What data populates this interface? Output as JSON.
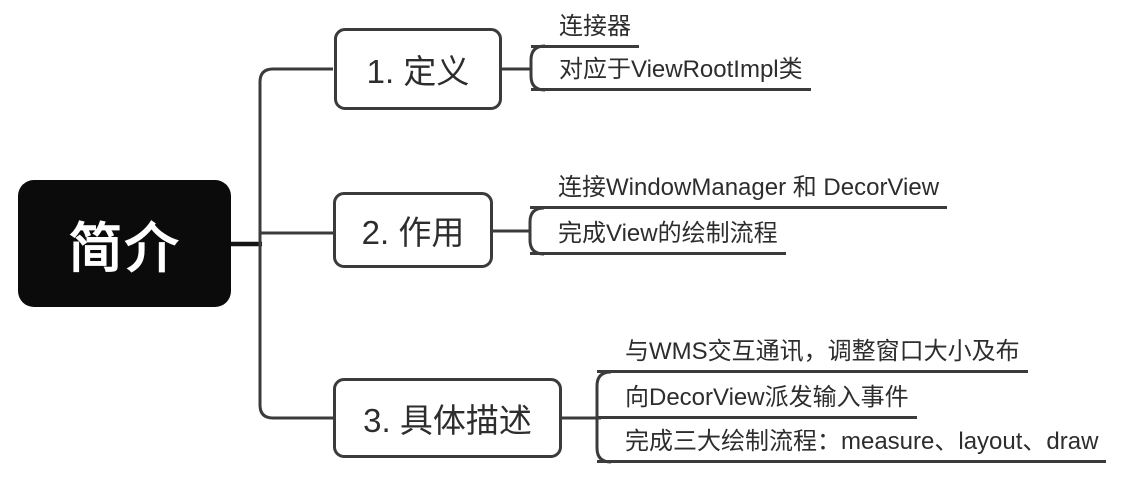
{
  "root": {
    "label": "简介"
  },
  "branches": [
    {
      "label": "1. 定义",
      "leaves": [
        "连接器",
        "对应于ViewRootImpl类"
      ]
    },
    {
      "label": "2. 作用",
      "leaves": [
        "连接WindowManager 和 DecorView",
        "完成View的绘制流程"
      ]
    },
    {
      "label": "3. 具体描述",
      "leaves": [
        "与WMS交互通讯，调整窗口大小及布",
        "向DecorView派发输入事件",
        "完成三大绘制流程：measure、layout、draw"
      ]
    }
  ],
  "colors": {
    "background": "#ffffff",
    "line": "#3b3b3b",
    "text": "#2d2d2d",
    "root_background": "#0b0b0b",
    "root_text": "#ffffff"
  }
}
